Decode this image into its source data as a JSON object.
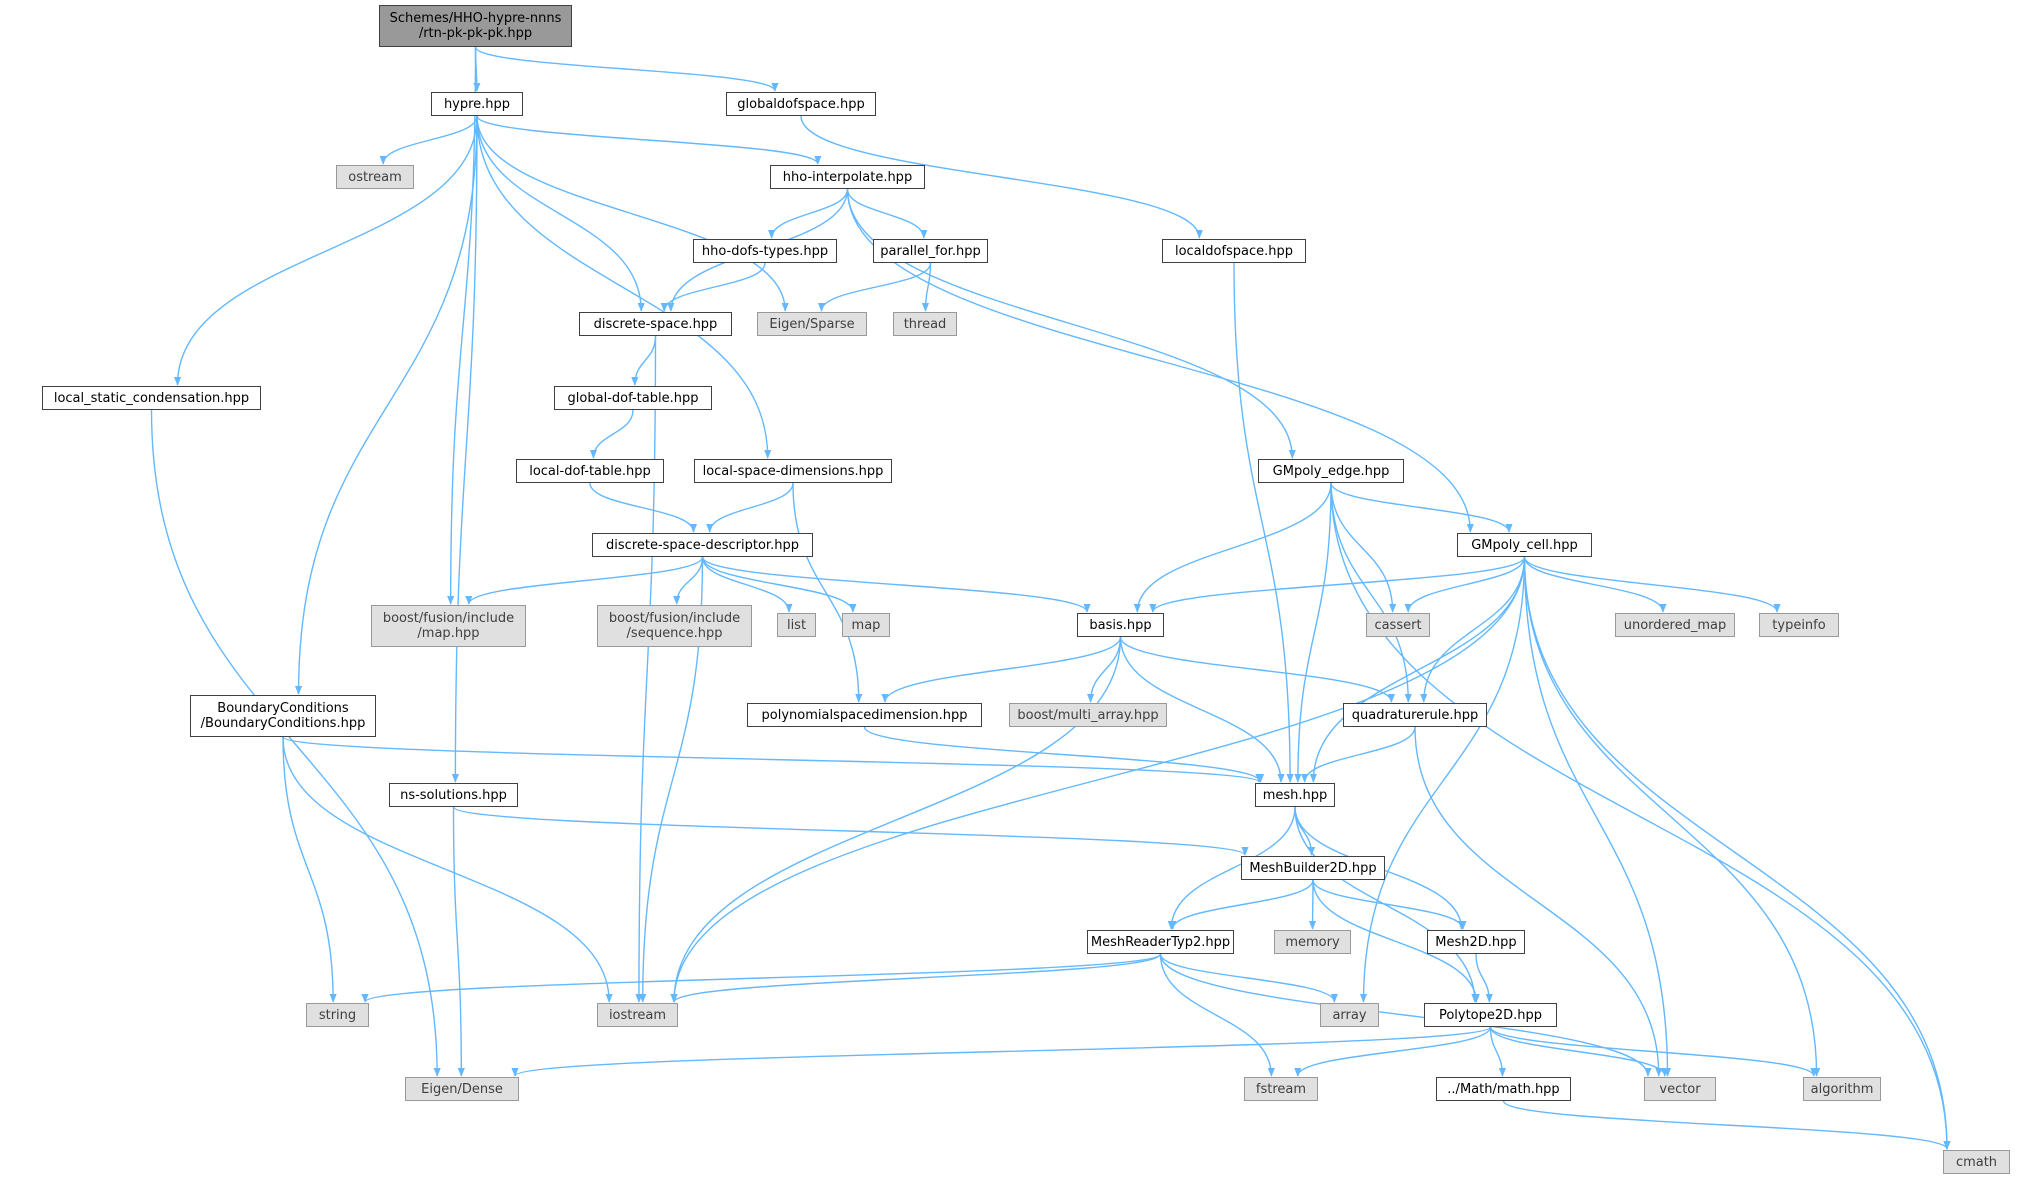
{
  "colors": {
    "edge": "#63b8ff",
    "node_border": "#404040",
    "external_fill": "#e0e0e0",
    "root_fill": "#999999"
  },
  "nodes": {
    "root": {
      "lines": [
        "Schemes/HHO-hypre-nnns",
        "/rtn-pk-pk-pk.hpp"
      ],
      "kind": "root"
    },
    "hypre": {
      "lines": [
        "hypre.hpp"
      ],
      "kind": "file"
    },
    "gdof": {
      "lines": [
        "globaldofspace.hpp"
      ],
      "kind": "file"
    },
    "ostream": {
      "lines": [
        "ostream"
      ],
      "kind": "ext"
    },
    "hhoint": {
      "lines": [
        "hho-interpolate.hpp"
      ],
      "kind": "file"
    },
    "hhodofs": {
      "lines": [
        "hho-dofs-types.hpp"
      ],
      "kind": "file"
    },
    "parfor": {
      "lines": [
        "parallel_for.hpp"
      ],
      "kind": "file"
    },
    "ldof": {
      "lines": [
        "localdofspace.hpp"
      ],
      "kind": "file"
    },
    "dspace": {
      "lines": [
        "discrete-space.hpp"
      ],
      "kind": "file"
    },
    "esparse": {
      "lines": [
        "Eigen/Sparse"
      ],
      "kind": "ext"
    },
    "thread": {
      "lines": [
        "thread"
      ],
      "kind": "ext"
    },
    "lsc": {
      "lines": [
        "local_static_condensation.hpp"
      ],
      "kind": "file"
    },
    "gdt": {
      "lines": [
        "global-dof-table.hpp"
      ],
      "kind": "file"
    },
    "ldt": {
      "lines": [
        "local-dof-table.hpp"
      ],
      "kind": "file"
    },
    "lsd": {
      "lines": [
        "local-space-dimensions.hpp"
      ],
      "kind": "file"
    },
    "gpe": {
      "lines": [
        "GMpoly_edge.hpp"
      ],
      "kind": "file"
    },
    "dsd": {
      "lines": [
        "discrete-space-descriptor.hpp"
      ],
      "kind": "file"
    },
    "gpc": {
      "lines": [
        "GMpoly_cell.hpp"
      ],
      "kind": "file"
    },
    "bfmap": {
      "lines": [
        "boost/fusion/include",
        "/map.hpp"
      ],
      "kind": "ext"
    },
    "bfseq": {
      "lines": [
        "boost/fusion/include",
        "/sequence.hpp"
      ],
      "kind": "ext"
    },
    "list": {
      "lines": [
        "list"
      ],
      "kind": "ext"
    },
    "map": {
      "lines": [
        "map"
      ],
      "kind": "ext"
    },
    "basis": {
      "lines": [
        "basis.hpp"
      ],
      "kind": "file"
    },
    "cassert": {
      "lines": [
        "cassert"
      ],
      "kind": "ext"
    },
    "umap": {
      "lines": [
        "unordered_map"
      ],
      "kind": "ext"
    },
    "typeinfo": {
      "lines": [
        "typeinfo"
      ],
      "kind": "ext"
    },
    "bc": {
      "lines": [
        "BoundaryConditions",
        "/BoundaryConditions.hpp"
      ],
      "kind": "file"
    },
    "psd": {
      "lines": [
        "polynomialspacedimension.hpp"
      ],
      "kind": "file"
    },
    "bma": {
      "lines": [
        "boost/multi_array.hpp"
      ],
      "kind": "ext"
    },
    "qr": {
      "lines": [
        "quadraturerule.hpp"
      ],
      "kind": "file"
    },
    "nss": {
      "lines": [
        "ns-solutions.hpp"
      ],
      "kind": "file"
    },
    "mesh": {
      "lines": [
        "mesh.hpp"
      ],
      "kind": "file"
    },
    "mb2d": {
      "lines": [
        "MeshBuilder2D.hpp"
      ],
      "kind": "file"
    },
    "mrt2": {
      "lines": [
        "MeshReaderTyp2.hpp"
      ],
      "kind": "file"
    },
    "memory": {
      "lines": [
        "memory"
      ],
      "kind": "ext"
    },
    "m2d": {
      "lines": [
        "Mesh2D.hpp"
      ],
      "kind": "file"
    },
    "string": {
      "lines": [
        "string"
      ],
      "kind": "ext"
    },
    "iostream": {
      "lines": [
        "iostream"
      ],
      "kind": "ext"
    },
    "array": {
      "lines": [
        "array"
      ],
      "kind": "ext"
    },
    "p2d": {
      "lines": [
        "Polytope2D.hpp"
      ],
      "kind": "file"
    },
    "edense": {
      "lines": [
        "Eigen/Dense"
      ],
      "kind": "ext"
    },
    "fstream": {
      "lines": [
        "fstream"
      ],
      "kind": "ext"
    },
    "math": {
      "lines": [
        "../Math/math.hpp"
      ],
      "kind": "file"
    },
    "vector": {
      "lines": [
        "vector"
      ],
      "kind": "ext"
    },
    "algorithm": {
      "lines": [
        "algorithm"
      ],
      "kind": "ext"
    },
    "cmath": {
      "lines": [
        "cmath"
      ],
      "kind": "ext"
    }
  },
  "edges": [
    [
      "root",
      "hypre"
    ],
    [
      "root",
      "gdof"
    ],
    [
      "root",
      "bfmap"
    ],
    [
      "hypre",
      "ostream"
    ],
    [
      "hypre",
      "hhoint"
    ],
    [
      "hypre",
      "dspace"
    ],
    [
      "hypre",
      "esparse"
    ],
    [
      "hypre",
      "lsc"
    ],
    [
      "hypre",
      "lsd"
    ],
    [
      "hypre",
      "bc"
    ],
    [
      "hypre",
      "nss"
    ],
    [
      "gdof",
      "ldof"
    ],
    [
      "hhoint",
      "hhodofs"
    ],
    [
      "hhoint",
      "parfor"
    ],
    [
      "hhoint",
      "dspace"
    ],
    [
      "hhoint",
      "gpe"
    ],
    [
      "hhoint",
      "gpc"
    ],
    [
      "hhodofs",
      "dspace"
    ],
    [
      "parfor",
      "esparse"
    ],
    [
      "parfor",
      "thread"
    ],
    [
      "ldof",
      "mesh"
    ],
    [
      "dspace",
      "gdt"
    ],
    [
      "dspace",
      "iostream"
    ],
    [
      "gdt",
      "ldt"
    ],
    [
      "ldt",
      "dsd"
    ],
    [
      "lsd",
      "dsd"
    ],
    [
      "lsd",
      "psd"
    ],
    [
      "lsc",
      "edense"
    ],
    [
      "dsd",
      "bfmap"
    ],
    [
      "dsd",
      "bfseq"
    ],
    [
      "dsd",
      "list"
    ],
    [
      "dsd",
      "map"
    ],
    [
      "dsd",
      "basis"
    ],
    [
      "dsd",
      "iostream"
    ],
    [
      "gpe",
      "gpc"
    ],
    [
      "gpe",
      "basis"
    ],
    [
      "gpe",
      "cassert"
    ],
    [
      "gpe",
      "qr"
    ],
    [
      "gpe",
      "mesh"
    ],
    [
      "gpe",
      "cmath"
    ],
    [
      "gpc",
      "basis"
    ],
    [
      "gpc",
      "cassert"
    ],
    [
      "gpc",
      "umap"
    ],
    [
      "gpc",
      "typeinfo"
    ],
    [
      "gpc",
      "qr"
    ],
    [
      "gpc",
      "mesh"
    ],
    [
      "gpc",
      "iostream"
    ],
    [
      "gpc",
      "array"
    ],
    [
      "gpc",
      "vector"
    ],
    [
      "gpc",
      "algorithm"
    ],
    [
      "gpc",
      "cmath"
    ],
    [
      "basis",
      "bma"
    ],
    [
      "basis",
      "psd"
    ],
    [
      "basis",
      "qr"
    ],
    [
      "basis",
      "mesh"
    ],
    [
      "basis",
      "iostream"
    ],
    [
      "bc",
      "mesh"
    ],
    [
      "bc",
      "string"
    ],
    [
      "bc",
      "iostream"
    ],
    [
      "psd",
      "mesh"
    ],
    [
      "qr",
      "mesh"
    ],
    [
      "qr",
      "vector"
    ],
    [
      "nss",
      "mb2d"
    ],
    [
      "nss",
      "edense"
    ],
    [
      "mesh",
      "mb2d"
    ],
    [
      "mesh",
      "mrt2"
    ],
    [
      "mesh",
      "m2d"
    ],
    [
      "mesh",
      "p2d"
    ],
    [
      "mb2d",
      "mrt2"
    ],
    [
      "mb2d",
      "memory"
    ],
    [
      "mb2d",
      "m2d"
    ],
    [
      "mb2d",
      "p2d"
    ],
    [
      "mrt2",
      "string"
    ],
    [
      "mrt2",
      "iostream"
    ],
    [
      "mrt2",
      "array"
    ],
    [
      "mrt2",
      "fstream"
    ],
    [
      "mrt2",
      "vector"
    ],
    [
      "m2d",
      "p2d"
    ],
    [
      "p2d",
      "edense"
    ],
    [
      "p2d",
      "fstream"
    ],
    [
      "p2d",
      "math"
    ],
    [
      "p2d",
      "vector"
    ],
    [
      "p2d",
      "algorithm"
    ],
    [
      "math",
      "cmath"
    ]
  ]
}
